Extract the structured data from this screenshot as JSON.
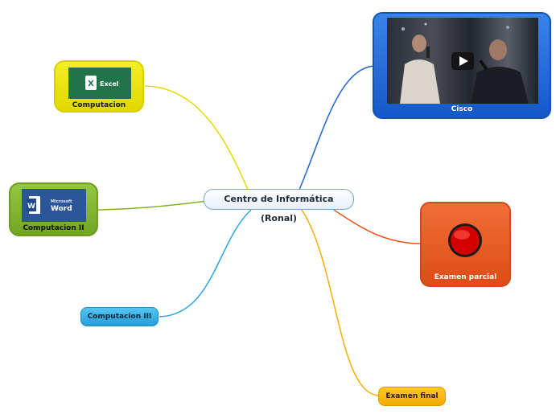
{
  "center": {
    "title": "Centro de Informática (Ronal)"
  },
  "branches": {
    "computacion": {
      "label": "Computacion",
      "image_icon": "excel-logo",
      "image_text": "Excel",
      "color": "#f0e600"
    },
    "computacion2": {
      "label": "Computacion II",
      "image_icon": "word-logo",
      "image_brand": "Microsoft",
      "image_text": "Word",
      "color": "#8bbd3a"
    },
    "computacion3": {
      "label": "Computacion III",
      "color": "#3ab4e8"
    },
    "cisco": {
      "label": "Cisco",
      "media": "video-thumbnail",
      "icon": "play-icon",
      "color": "#1f6fe0"
    },
    "parcial": {
      "label": "Examen parcial",
      "icon": "record-button-icon",
      "color": "#ea5a22"
    },
    "final": {
      "label": "Examen final",
      "color": "#f7b500"
    }
  }
}
